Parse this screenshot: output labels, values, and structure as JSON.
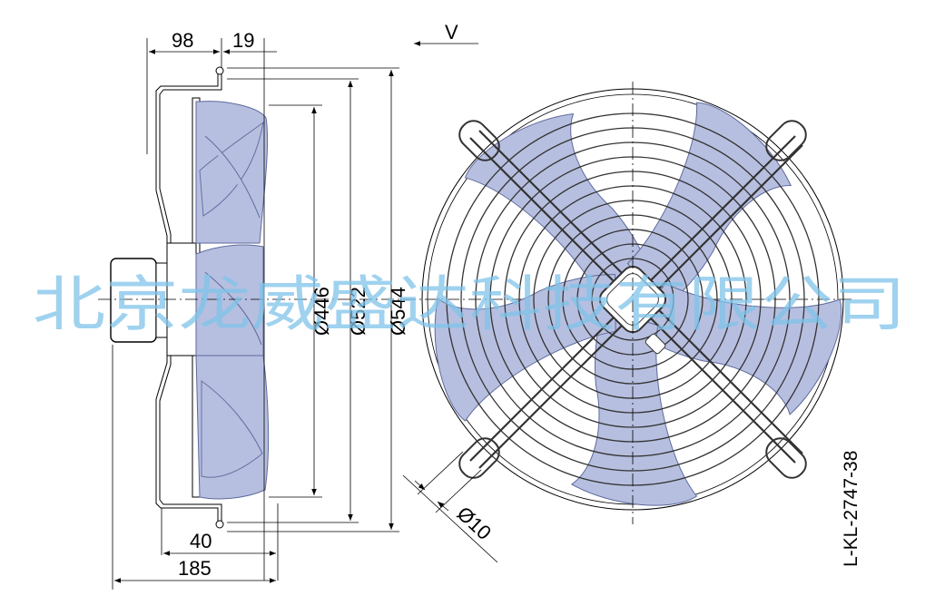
{
  "drawing": {
    "dimensions": {
      "top_98": "98",
      "top_19": "19",
      "dia_446": "Ø446",
      "dia_522": "Ø522",
      "dia_544": "Ø544",
      "bottom_40": "40",
      "bottom_185": "185",
      "hole_10": "Ø10",
      "airflow": "V"
    },
    "drawing_code": "L-KL-2747-38",
    "watermark": "北京龙威盛达科技有限公司"
  },
  "colors": {
    "blade_fill": "#b7bfe0",
    "blade_stroke": "#5d6a9c",
    "watermark": "#7fc4ea"
  }
}
